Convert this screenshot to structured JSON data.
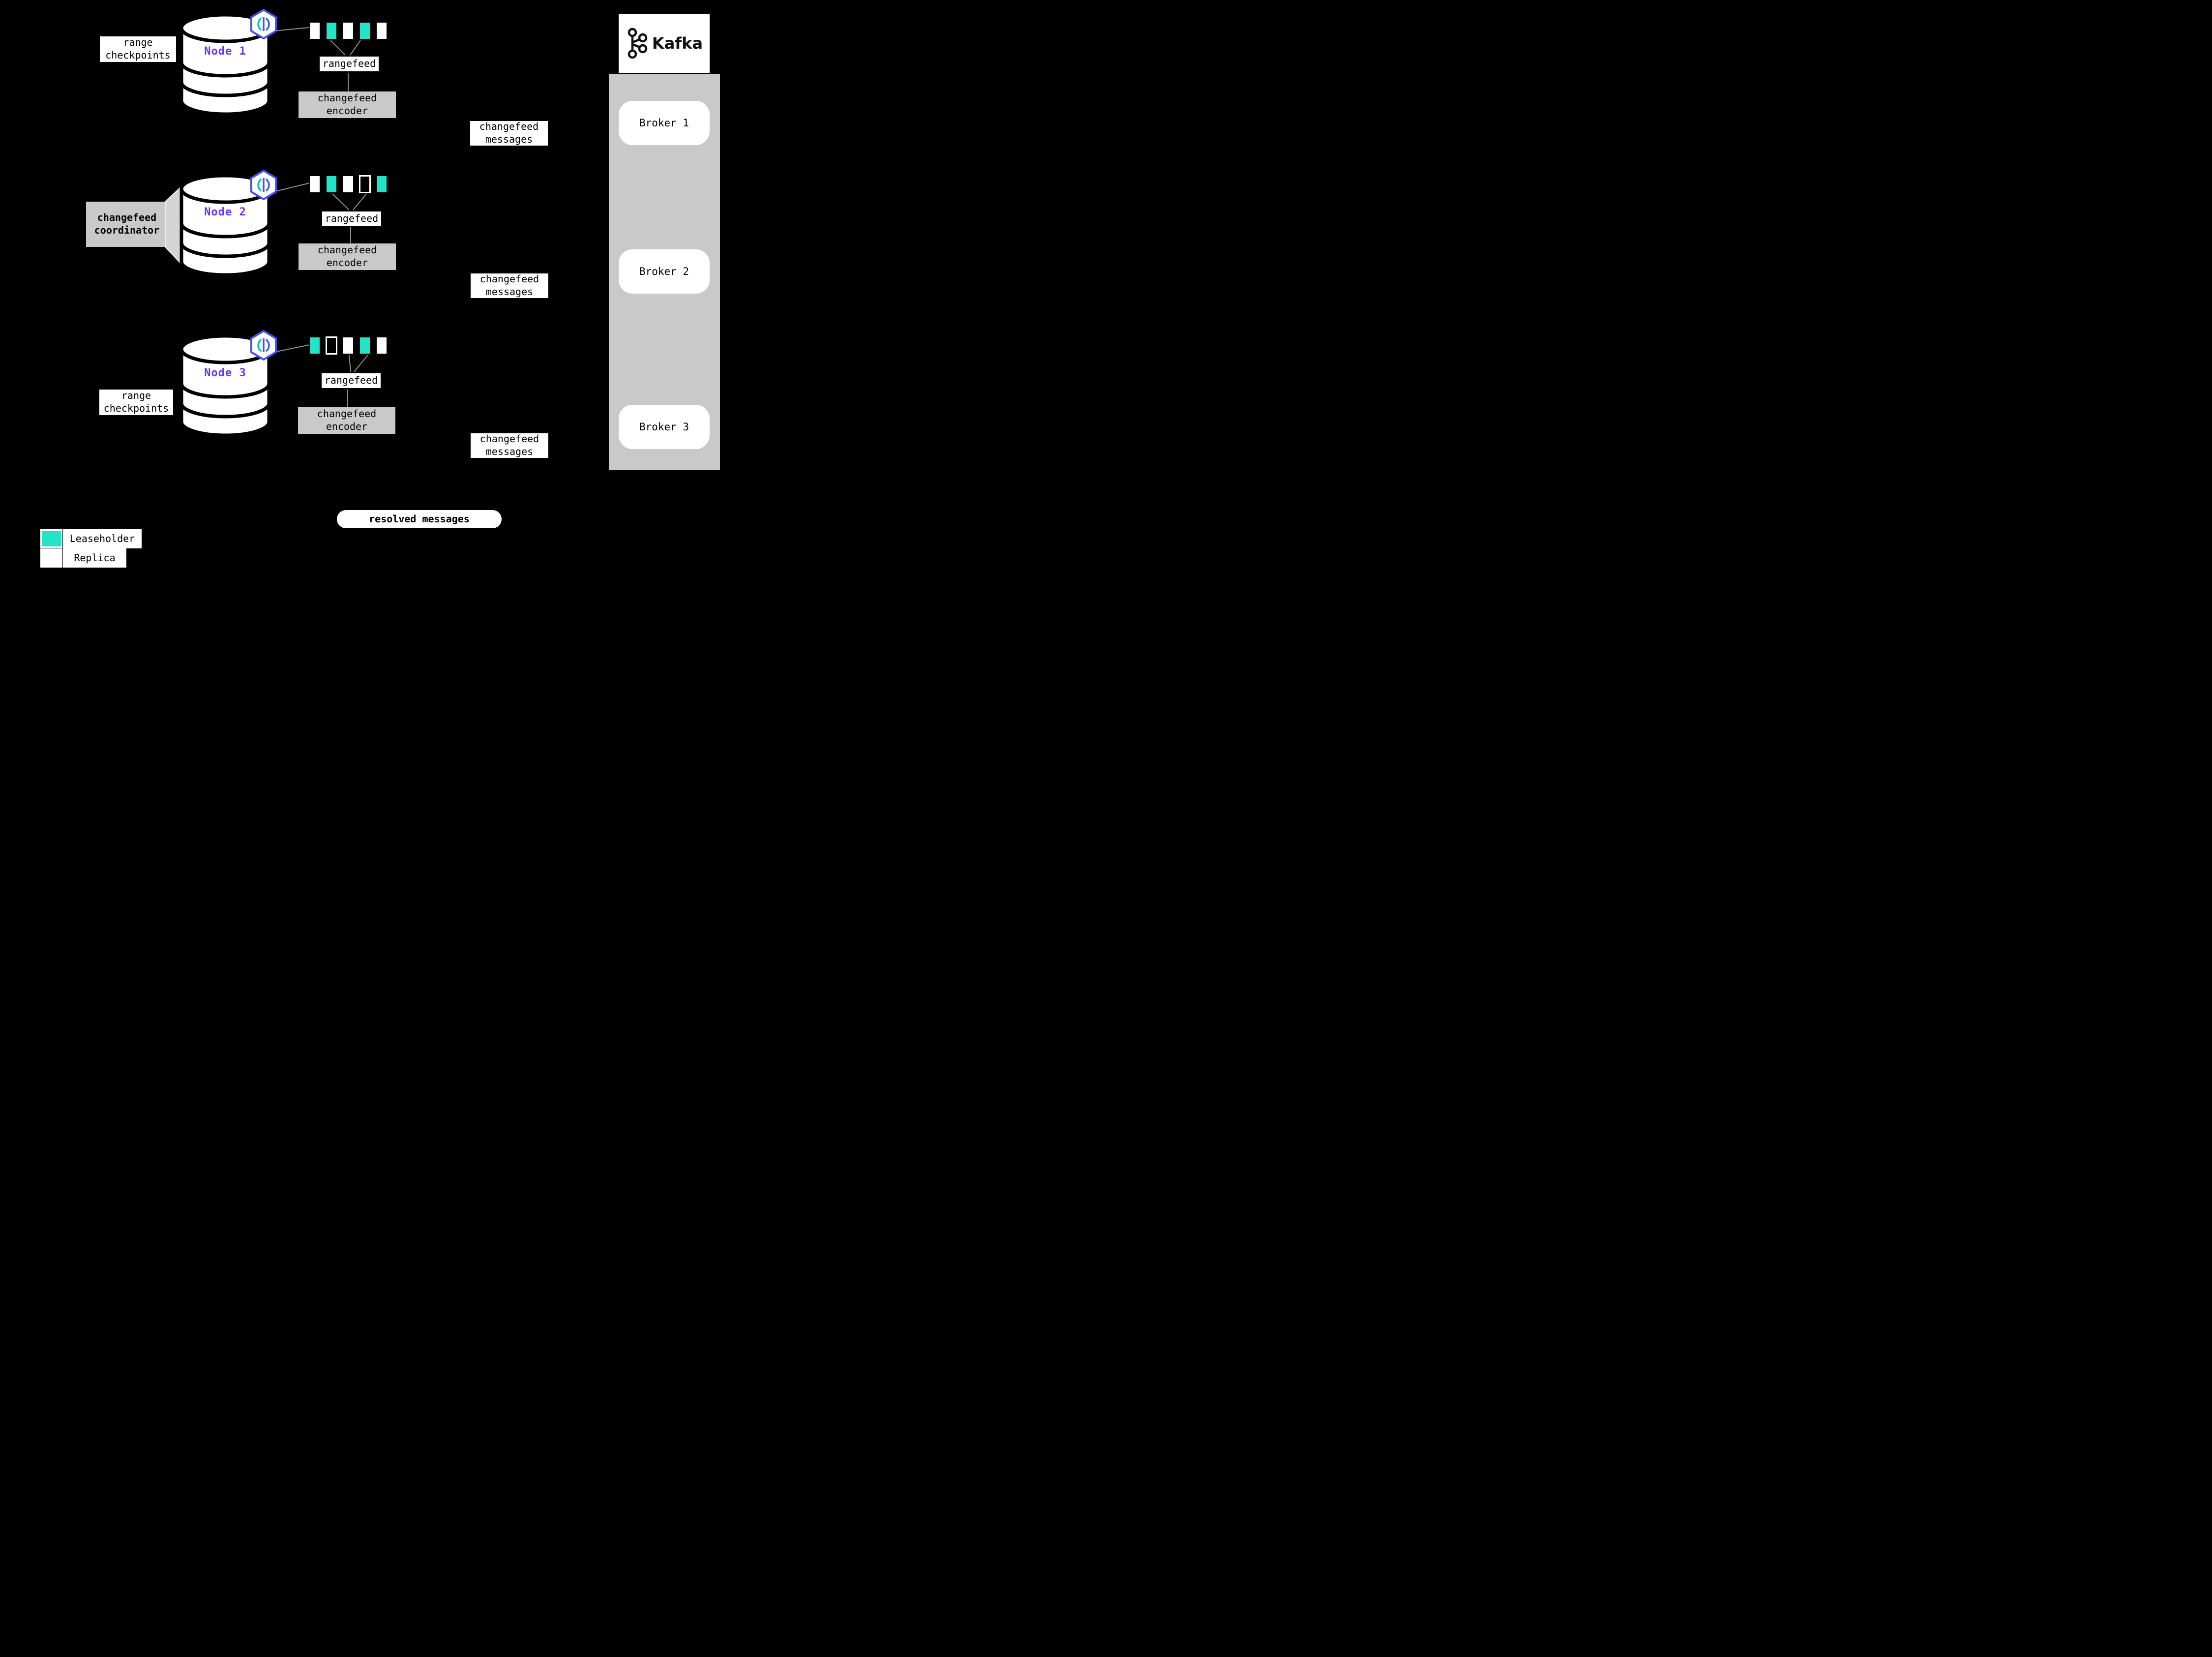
{
  "colors": {
    "background": "#000000",
    "leaseholder": "#24E3C6",
    "replica": "#FFFFFF",
    "node_label": "#6633FF",
    "box_gray": "#C9C9C9",
    "panel_gray": "#C9C9C9",
    "crdb_blue": "#4353F0",
    "crdb_teal": "#00C4B8"
  },
  "icons": {
    "cockroachdb": "cockroachdb-hexagon-logo",
    "kafka": "kafka-circles-logo"
  },
  "labels": {
    "range_checkpoints": "range\ncheckpoints",
    "changefeed_coordinator": "changefeed\ncoordinator",
    "rangefeed": "rangefeed",
    "changefeed_encoder": "changefeed\nencoder",
    "changefeed_messages": "changefeed\nmessages",
    "resolved_messages": "resolved messages"
  },
  "nodes": [
    {
      "label": "Node 1",
      "ranges": [
        "replica",
        "leaseholder",
        "replica",
        "leaseholder",
        "replica"
      ]
    },
    {
      "label": "Node 2",
      "ranges": [
        "replica",
        "leaseholder",
        "replica",
        "outline",
        "leaseholder"
      ]
    },
    {
      "label": "Node 3",
      "ranges": [
        "leaseholder",
        "outline",
        "replica",
        "leaseholder",
        "replica"
      ]
    }
  ],
  "kafka": {
    "brand": "Kafka",
    "brokers": [
      "Broker 1",
      "Broker 2",
      "Broker 3"
    ]
  },
  "legend": [
    {
      "swatch": "leaseholder",
      "label": "Leaseholder"
    },
    {
      "swatch": "replica",
      "label": "Replica"
    }
  ]
}
